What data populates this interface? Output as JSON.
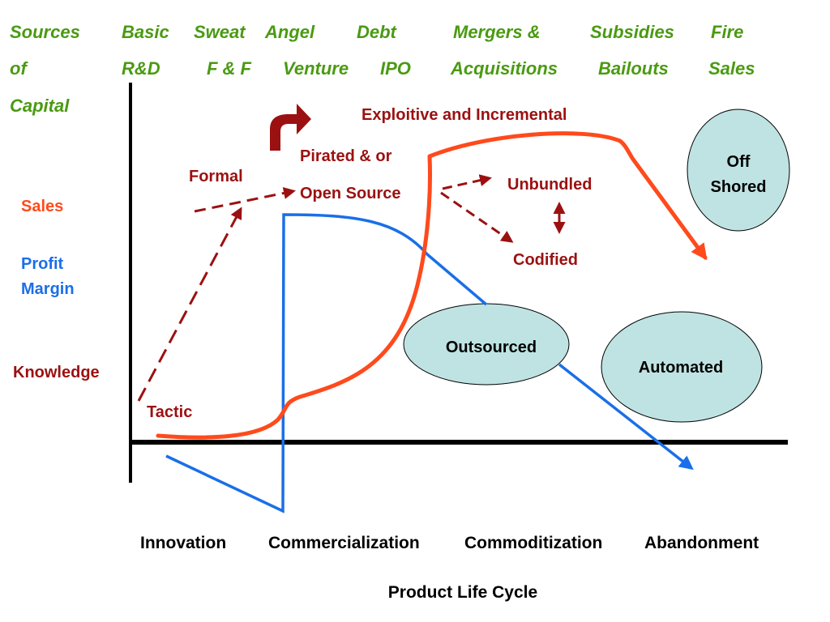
{
  "colors": {
    "sources": "#4a9a12",
    "sales": "#ff4a1c",
    "profit": "#1a6fe8",
    "knowledge": "#9b1111",
    "axis": "#000000",
    "ellipse_fill": "#bfe3e3"
  },
  "sources": {
    "head": [
      "Sources",
      "of",
      "Capital"
    ],
    "columns": [
      [
        "Basic",
        "R&D"
      ],
      [
        "Sweat",
        "F & F"
      ],
      [
        "Angel",
        "Venture"
      ],
      [
        "Debt",
        "IPO"
      ],
      [
        "Mergers &",
        "Acquisitions"
      ],
      [
        "Subsidies",
        "Bailouts"
      ],
      [
        "Fire",
        "Sales"
      ]
    ]
  },
  "legend": {
    "sales": "Sales",
    "profit": [
      "Profit",
      "Margin"
    ],
    "knowledge": "Knowledge"
  },
  "annotations": {
    "tactic": "Tactic",
    "formal": "Formal",
    "pirated": [
      "Pirated & or",
      "Open Source"
    ],
    "exploitive": "Exploitive and Incremental",
    "unbundled": "Unbundled",
    "codified": "Codified"
  },
  "ellipses": {
    "off_shored": [
      "Off",
      "Shored"
    ],
    "outsourced": "Outsourced",
    "automated": "Automated"
  },
  "x_axis": {
    "stages": [
      "Innovation",
      "Commercialization",
      "Commoditization",
      "Abandonment"
    ],
    "title": "Product Life Cycle"
  }
}
